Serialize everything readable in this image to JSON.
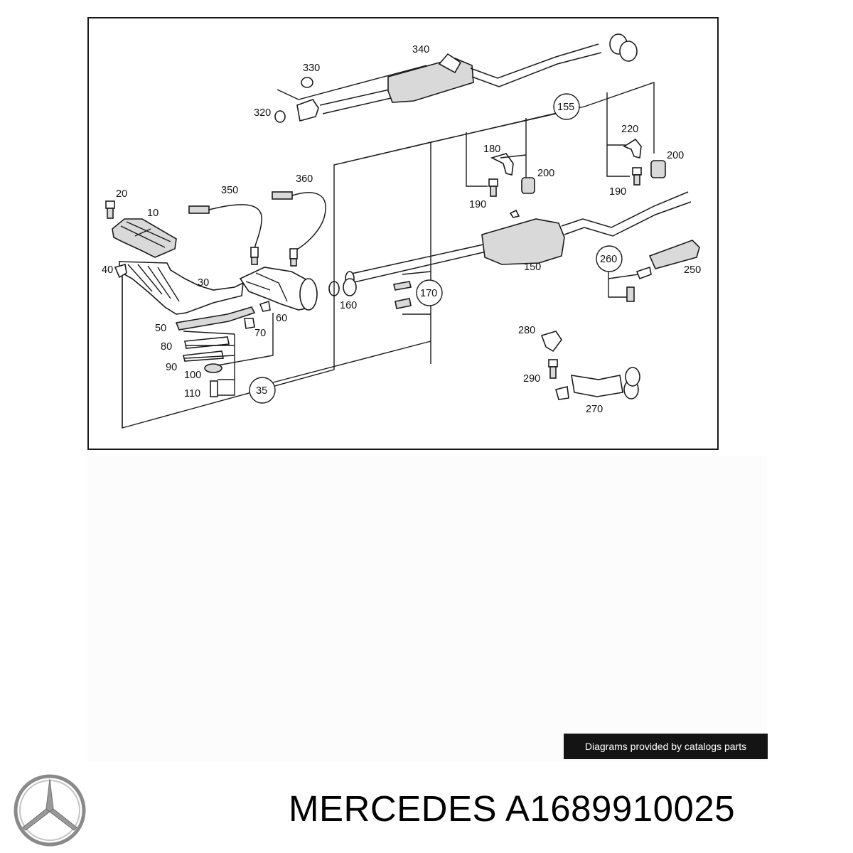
{
  "diagram": {
    "labels": {
      "l10": "10",
      "l20": "20",
      "l30": "30",
      "l35": "35",
      "l40": "40",
      "l50": "50",
      "l60": "60",
      "l70": "70",
      "l80": "80",
      "l90": "90",
      "l100": "100",
      "l110": "110",
      "l150": "150",
      "l155": "155",
      "l160": "160",
      "l170": "170",
      "l180": "180",
      "l190a": "190",
      "l190b": "190",
      "l200a": "200",
      "l200b": "200",
      "l220": "220",
      "l250": "250",
      "l260": "260",
      "l270": "270",
      "l280": "280",
      "l290": "290",
      "l320": "320",
      "l330": "330",
      "l340": "340",
      "l350": "350",
      "l360": "360"
    }
  },
  "credit": "Diagrams provided by catalogs parts",
  "caption": "MERCEDES A1689910025",
  "logo": {
    "icon": "mercedes-star-icon",
    "color": "#8a8a8a"
  }
}
